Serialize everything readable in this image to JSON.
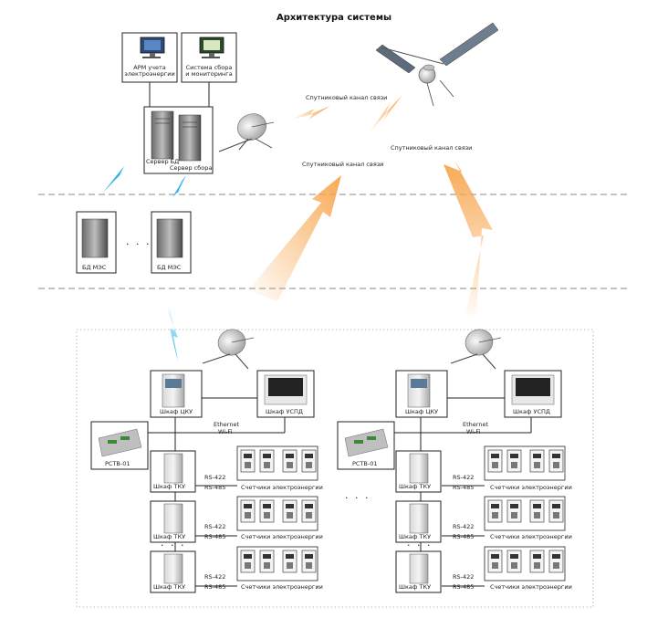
{
  "title": "Архитектура системы",
  "top": {
    "arm_label": "АРМ учета\nэлектроэнергии",
    "monitoring_label": "Система сбора\nи мониторинга",
    "db_server_label": "Сервер БД",
    "collect_server_label": "Сервер сбора",
    "bd_mes_1": "БД МЭС",
    "bd_mes_2": "БД МЭС",
    "ellipsis": ". . ."
  },
  "links": {
    "sat_link_1": "Спутниковый канал связи",
    "sat_link_2": "Спутниковый канал связи",
    "sat_link_3": "Спутниковый канал связи"
  },
  "site": {
    "cku": "Шкаф ЦКУ",
    "uspd": "Шкаф УСПД",
    "ethernet": "Ethernet",
    "wifi": "Wi-Fi",
    "rstv": "РСТВ-01",
    "tku": "Шкаф ТКУ",
    "rs422": "RS-422",
    "rs485": "RS-485",
    "meters": "Счетчики электроэнергии",
    "ellipsis": ". . ."
  },
  "colors": {
    "accent_orange": "#f7a44a",
    "accent_blue": "#2ab0e6",
    "line": "#222222",
    "dashed": "#888888"
  }
}
